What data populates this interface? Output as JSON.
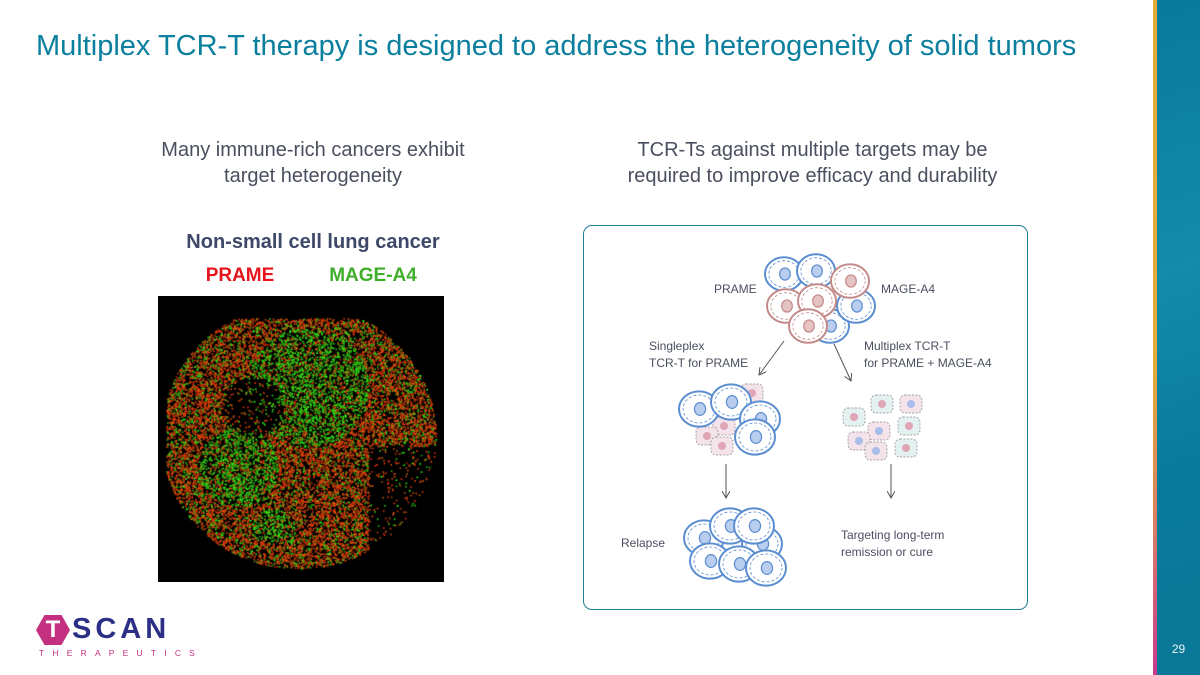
{
  "title": "Multiplex TCR-T therapy is designed to address the heterogeneity of solid tumors",
  "left_column": {
    "heading_line1": "Many immune-rich cancers exhibit",
    "heading_line2": "target heterogeneity",
    "image_title": "Non-small cell lung cancer",
    "legend_prame": "PRAME",
    "legend_mage": "MAGE-A4"
  },
  "right_column": {
    "heading_line1": "TCR-Ts against multiple targets may be",
    "heading_line2": "required to improve efficacy and durability"
  },
  "diagram": {
    "prame_label": "PRAME",
    "mage_label": "MAGE-A4",
    "singleplex_line1": "Singleplex",
    "singleplex_line2": "TCR-T for PRAME",
    "multiplex_line1": "Multiplex TCR-T",
    "multiplex_line2": "for PRAME + MAGE-A4",
    "relapse": "Relapse",
    "outcome_line1": "Targeting long-term",
    "outcome_line2": "remission or cure"
  },
  "logo": {
    "letter": "T",
    "word": "SCAN",
    "sub": "THERAPEUTICS"
  },
  "page_number": "29",
  "colors": {
    "title": "#0b7f9e",
    "prame": "#e8141b",
    "mage": "#3fae2a",
    "blue_cell": "#5b8ed0",
    "pink_cell": "#c48a8a",
    "sidebar": "#0a7a9c",
    "logo_magenta": "#c2307f",
    "logo_navy": "#2b2f86"
  }
}
